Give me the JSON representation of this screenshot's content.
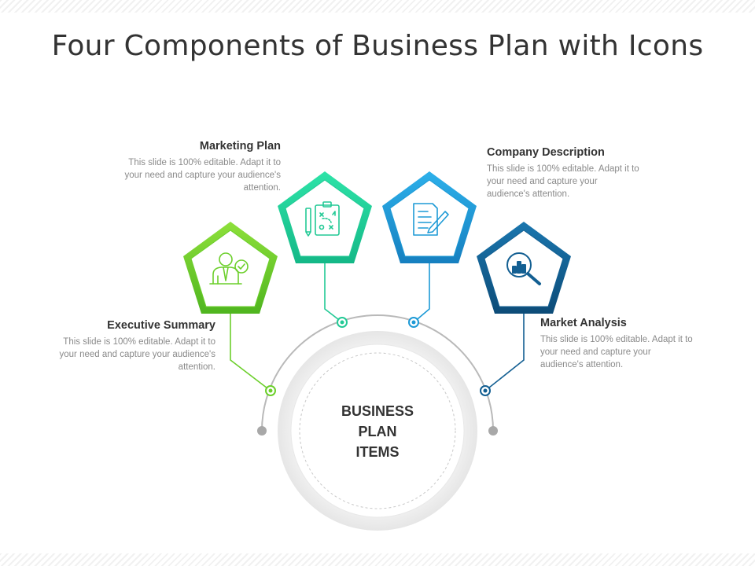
{
  "title": "Four Components of Business Plan with Icons",
  "center": {
    "line1": "BUSINESS",
    "line2": "PLAN",
    "line3": "ITEMS"
  },
  "items": [
    {
      "heading": "Executive Summary",
      "body": "This slide is 100% editable. Adapt it to your need and capture your audience's attention.",
      "color": "#6ccf2b",
      "icon": "businessman-check-icon"
    },
    {
      "heading": "Marketing Plan",
      "body": "This slide is 100% editable. Adapt it to your need and capture your audience's attention.",
      "color": "#22d39a",
      "icon": "strategy-clipboard-icon"
    },
    {
      "heading": "Company Description",
      "body": "This slide is 100% editable. Adapt it to your need and capture your audience's attention.",
      "color": "#1d9ad6",
      "icon": "document-pen-icon"
    },
    {
      "heading": "Market Analysis",
      "body": "This slide is 100% editable. Adapt it to your need and capture your audience's attention.",
      "color": "#135f92",
      "icon": "bar-chart-magnifier-icon"
    }
  ]
}
